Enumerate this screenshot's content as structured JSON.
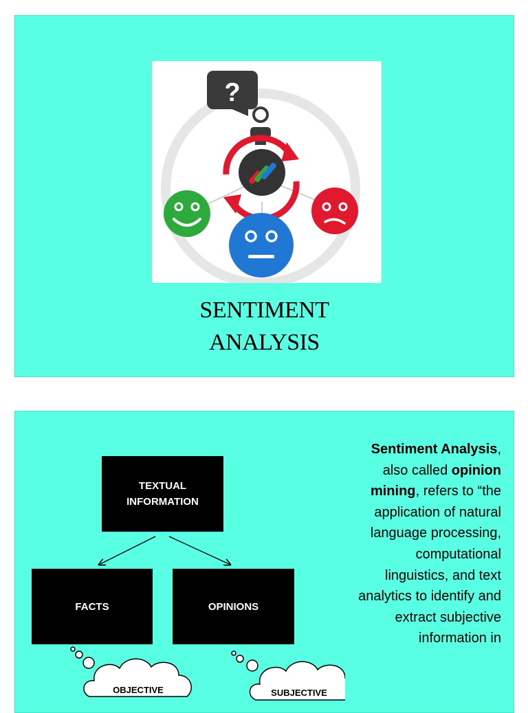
{
  "slide1": {
    "title_line1": "SENTIMENT",
    "title_line2": "ANALYSIS",
    "graphic": {
      "question_glyph": "?",
      "icons": [
        "speech-bubble-question-icon",
        "happy-face-icon",
        "neutral-face-icon",
        "sad-face-icon",
        "refresh-cycle-icon"
      ],
      "colors": {
        "happy": "#2eaa3c",
        "neutral": "#2178d4",
        "sad": "#e0192e",
        "cycle": "#e0192e",
        "bubble": "#3a3a3a",
        "ring": "#e6e6e6"
      }
    }
  },
  "slide2": {
    "diagram": {
      "root": "TEXTUAL INFORMATION",
      "left": "FACTS",
      "right": "OPINIONS",
      "left_cloud": "OBJECTIVE",
      "right_cloud": "SUBJECTIVE"
    },
    "paragraph": {
      "bold1": "Sentiment Analysis",
      "text1": ", also called ",
      "bold2": "opinion mining",
      "text2": ", refers to “the application of natural language processing, computational linguistics, and text analytics to identify and extract subjective information in"
    }
  },
  "colors": {
    "slide_bg": "#58ffe3",
    "box": "#000000"
  }
}
